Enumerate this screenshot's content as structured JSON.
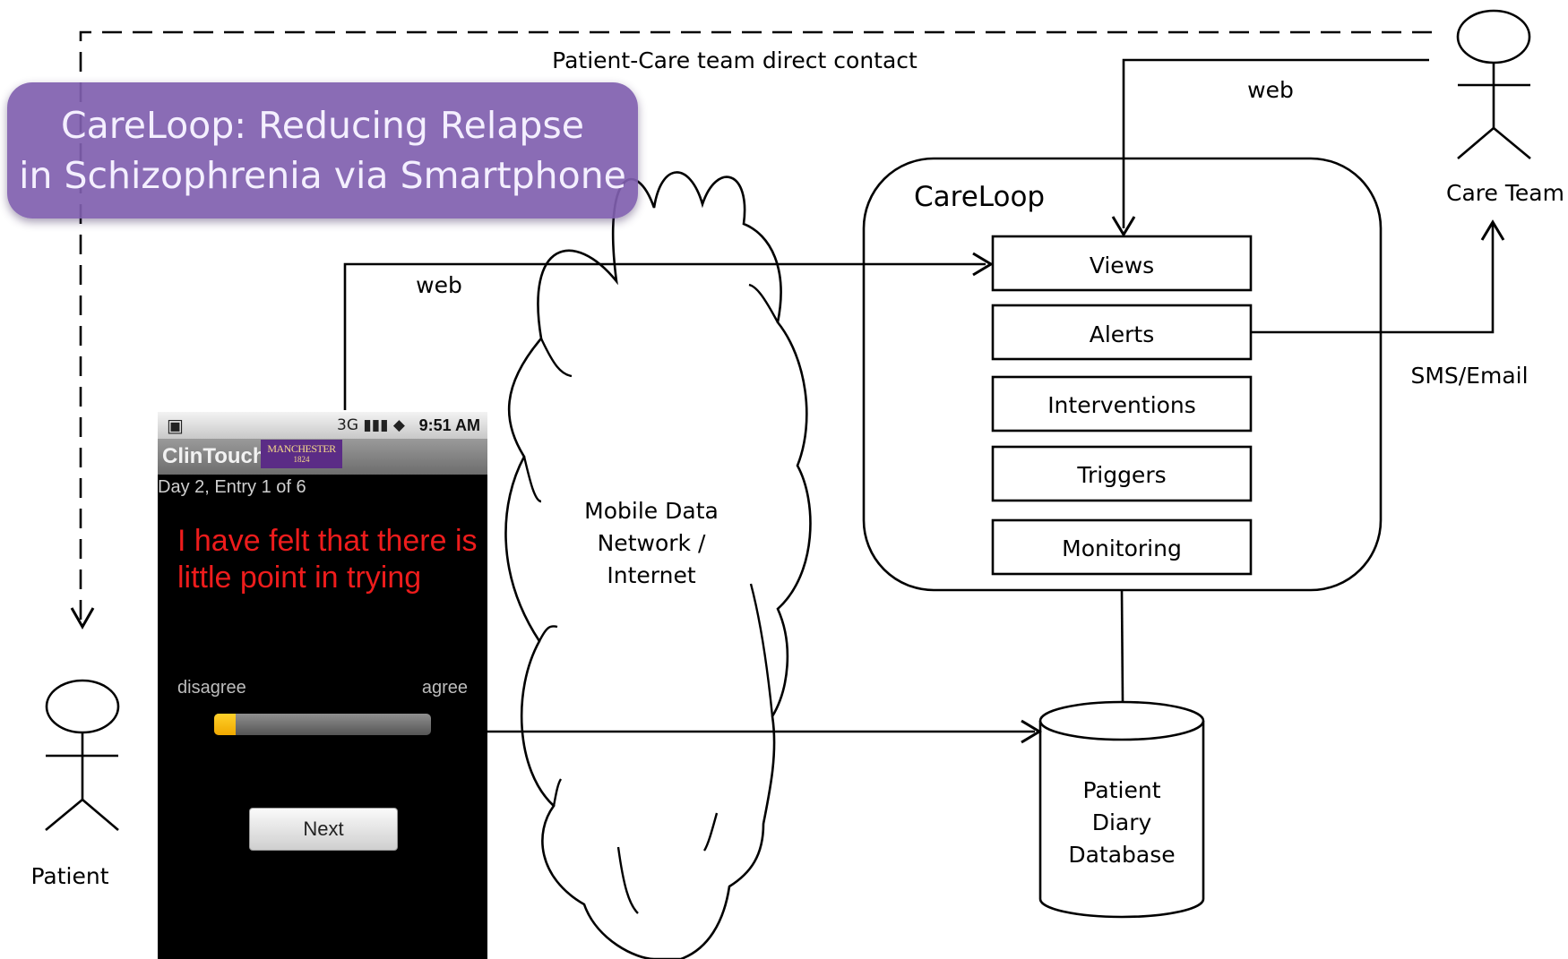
{
  "title": {
    "line1": "CareLoop: Reducing Relapse",
    "line2": "in Schizophrenia via Smartphone"
  },
  "labels": {
    "direct_contact": "Patient-Care team direct contact",
    "web_top": "web",
    "web_mid": "web",
    "sms_email": "SMS/Email",
    "careloop": "CareLoop",
    "care_team": "Care Team",
    "patient": "Patient",
    "network_line1": "Mobile Data",
    "network_line2": "Network /",
    "network_line3": "Internet",
    "db_line1": "Patient",
    "db_line2": "Diary",
    "db_line3": "Database"
  },
  "modules": [
    "Views",
    "Alerts",
    "Interventions",
    "Triggers",
    "Monitoring"
  ],
  "phone": {
    "status_time": "9:51 AM",
    "status_icons": "3G ▮▮▮ ◆",
    "status_left_icon": "▣",
    "app_name": "ClinTouch",
    "logo_text": "MANCHESTER",
    "logo_year": "1824",
    "entry": "Day 2, Entry 1 of 6",
    "question": "I have felt that there is little point in trying",
    "scale_min": "disagree",
    "scale_max": "agree",
    "slider_level": 0.1,
    "next_label": "Next"
  },
  "colors": {
    "title_bg": "#8060af",
    "question_text": "#ee1c1c",
    "slider_fill": "#f5b800",
    "logo_bg": "#5b2c86"
  }
}
